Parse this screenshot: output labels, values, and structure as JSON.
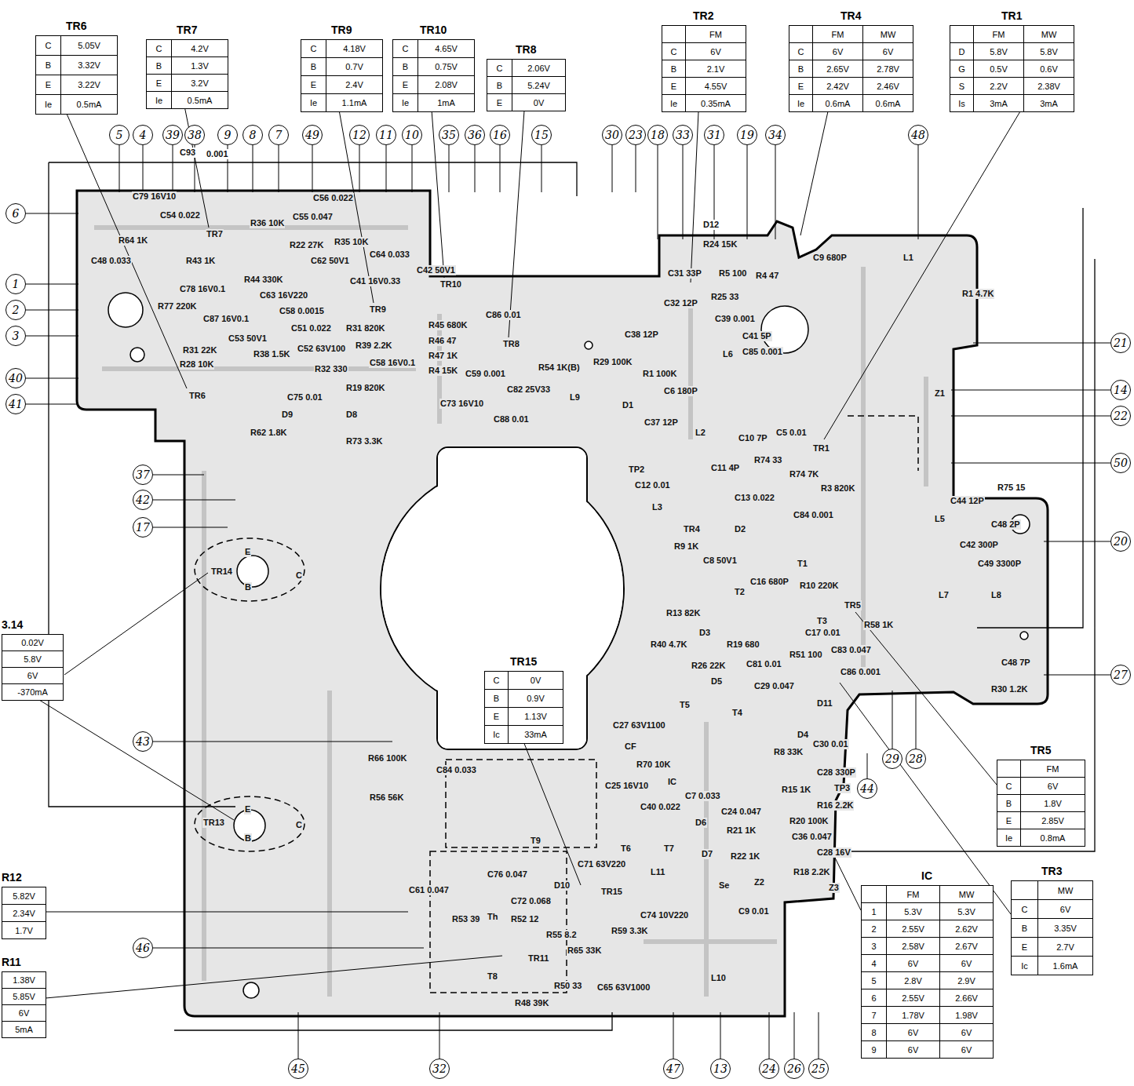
{
  "diagram": {
    "nodes": [
      {
        "text": [
          "TR6",
          "C",
          "5.05V",
          "B",
          "3.32V",
          "E",
          "3.22V",
          "Ie",
          "0.5mA"
        ]
      },
      {
        "text": [
          "TR7",
          "C",
          "4.2V",
          "B",
          "1.3V",
          "E",
          "3.2V",
          "Ie",
          "0.5mA"
        ]
      },
      {
        "text": [
          "TR9",
          "C",
          "4.18V",
          "B",
          "0.7V",
          "E",
          "2.4V",
          "Ie",
          "1.1mA"
        ]
      },
      {
        "text": [
          "TR10",
          "C",
          "4.65V",
          "B",
          "0.75V",
          "E",
          "2.08V",
          "Ie",
          "1mA"
        ]
      },
      {
        "text": [
          "TR8",
          "C",
          "2.06V",
          "B",
          "5.24V",
          "E",
          "0V"
        ]
      },
      {
        "text": [
          "TR2",
          "FM",
          "C",
          "6V",
          "B",
          "2.1V",
          "E",
          "4.55V",
          "Ie",
          "0.35mA"
        ]
      },
      {
        "text": [
          "TR4",
          "FM",
          "MW",
          "C",
          "6V",
          "6V",
          "B",
          "2.65V",
          "2.78V",
          "E",
          "2.42V",
          "2.46V",
          "Ie",
          "0.6mA",
          "0.6mA"
        ]
      },
      {
        "text": [
          "TR1",
          "FM",
          "MW",
          "D",
          "5.8V",
          "5.8V",
          "G",
          "0.5V",
          "0.6V",
          "S",
          "2.2V",
          "2.38V",
          "Is",
          "3mA",
          "3mA"
        ]
      },
      {
        "text": [
          "5"
        ]
      },
      {
        "text": [
          "4"
        ]
      },
      {
        "text": [
          "39"
        ]
      },
      {
        "text": [
          "38"
        ]
      },
      {
        "text": [
          "9"
        ]
      },
      {
        "text": [
          "8"
        ]
      },
      {
        "text": [
          "7"
        ]
      },
      {
        "text": [
          "49"
        ]
      },
      {
        "text": [
          "12"
        ]
      },
      {
        "text": [
          "11"
        ]
      },
      {
        "text": [
          "10"
        ]
      },
      {
        "text": [
          "35"
        ]
      },
      {
        "text": [
          "36"
        ]
      },
      {
        "text": [
          "16"
        ]
      },
      {
        "text": [
          "15"
        ]
      },
      {
        "text": [
          "30"
        ]
      },
      {
        "text": [
          "23"
        ]
      },
      {
        "text": [
          "18"
        ]
      },
      {
        "text": [
          "33"
        ]
      },
      {
        "text": [
          "31"
        ]
      },
      {
        "text": [
          "19"
        ]
      },
      {
        "text": [
          "34"
        ]
      },
      {
        "text": [
          "48"
        ]
      },
      {
        "text": [
          "6"
        ]
      },
      {
        "text": [
          "1"
        ]
      },
      {
        "text": [
          "2"
        ]
      },
      {
        "text": [
          "3"
        ]
      },
      {
        "text": [
          "40"
        ]
      },
      {
        "text": [
          "41"
        ]
      },
      {
        "text": [
          "21"
        ]
      },
      {
        "text": [
          "14"
        ]
      },
      {
        "text": [
          "22"
        ]
      },
      {
        "text": [
          "50"
        ]
      },
      {
        "text": [
          "20"
        ]
      },
      {
        "text": [
          "37"
        ]
      },
      {
        "text": [
          "42"
        ]
      },
      {
        "text": [
          "17"
        ]
      },
      {
        "text": [
          "27"
        ]
      },
      {
        "text": [
          "43"
        ]
      },
      {
        "text": [
          "29"
        ]
      },
      {
        "text": [
          "28"
        ]
      },
      {
        "text": [
          "44"
        ]
      },
      {
        "text": [
          "46"
        ]
      },
      {
        "text": [
          "45"
        ]
      },
      {
        "text": [
          "32"
        ]
      },
      {
        "text": [
          "47"
        ]
      },
      {
        "text": [
          "13"
        ]
      },
      {
        "text": [
          "24"
        ]
      },
      {
        "text": [
          "26"
        ]
      },
      {
        "text": [
          "25"
        ]
      },
      {
        "text": [
          "3.14",
          "0.02V",
          "5.8V",
          "6V",
          "-370mA"
        ]
      },
      {
        "text": [
          "TR15",
          "C",
          "0V",
          "B",
          "0.9V",
          "E",
          "1.13V",
          "Ic",
          "33mA"
        ]
      },
      {
        "text": [
          "TR5",
          "FM",
          "C",
          "6V",
          "B",
          "1.8V",
          "E",
          "2.85V",
          "Ie",
          "0.8mA"
        ]
      },
      {
        "text": [
          "R12",
          "5.82V",
          "2.34V",
          "1.7V"
        ]
      },
      {
        "text": [
          "R11",
          "1.38V",
          "5.85V",
          "6V",
          "5mA"
        ]
      },
      {
        "text": [
          "IC",
          "FM",
          "MW",
          "1",
          "5.3V",
          "5.3V",
          "2",
          "2.55V",
          "2.62V",
          "3",
          "2.58V",
          "2.67V",
          "4",
          "6V",
          "6V",
          "5",
          "2.8V",
          "2.9V",
          "6",
          "2.55V",
          "2.66V",
          "7",
          "1.78V",
          "1.98V",
          "8",
          "6V",
          "6V",
          "9",
          "6V",
          "6V"
        ]
      },
      {
        "text": [
          "TR3",
          "MW",
          "C",
          "6V",
          "B",
          "3.35V",
          "E",
          "2.7V",
          "Ic",
          "1.6mA"
        ]
      }
    ],
    "labels": [
      "C93",
      "0.001",
      "C79 16V10",
      "C54 0.022",
      "R64 1K",
      "R43 1K",
      "TR7",
      "R36 10K",
      "C56 0.022",
      "C55 0.047",
      "R35 10K",
      "C62 50V1",
      "C64 0.033",
      "C42 50V1",
      "C41 16V0.33",
      "R44 330K",
      "R22 27K",
      "C63 16V220",
      "C48 0.033",
      "C78 16V0.1",
      "R77 220K",
      "C87 16V0.1",
      "C53 50V1",
      "R31 22K",
      "R28 10K",
      "R38 1.5K",
      "TR6",
      "C58 0.0015",
      "C51 0.022",
      "C52 63V100",
      "R31 820K",
      "R39 2.2K",
      "R32 330",
      "R19 820K",
      "C75 0.01",
      "C58 16V0.1",
      "TR9",
      "TR10",
      "R45 680K",
      "R46 47",
      "R47 1K",
      "R4 15K",
      "C59 0.001",
      "D9",
      "D8",
      "R62 1.8K",
      "R73 3.3K",
      "C73 16V10",
      "C88 0.01",
      "C82 25V33",
      "C86 0.01",
      "TR8",
      "R54 1K(B)",
      "L9",
      "R29 100K",
      "D1",
      "C38 12P",
      "R1 100K",
      "C6 180P",
      "C37 12P",
      "D12",
      "R24 15K",
      "C31 33P",
      "R5 100",
      "R25 33",
      "C32 12P",
      "C39 0.001",
      "L6",
      "C41 5P",
      "R4 47",
      "C85 0.001",
      "TP2",
      "C12 0.01",
      "L3",
      "L2",
      "C10 7P",
      "C11 4P",
      "R74 33",
      "C13 0.022",
      "C5 0.01",
      "TR1",
      "R74 7K",
      "R3 820K",
      "TR4",
      "C9 680P",
      "L1",
      "R1 4.7K",
      "C44 12P",
      "R75 15",
      "L5",
      "C48 2P",
      "C42 300P",
      "C49 3300P",
      "L7",
      "L8",
      "C48 7P",
      "R30 1.2K",
      "R58 1K",
      "C84 0.001",
      "D2",
      "T1",
      "R9 1K",
      "C8 50V1",
      "T2",
      "C16 680P",
      "R10 220K",
      "T3",
      "TR5",
      "R13 82K",
      "R40 4.7K",
      "R19 680",
      "D3",
      "C81 0.01",
      "C17 0.01",
      "R51 100",
      "C83 0.047",
      "C86 0.001",
      "D5",
      "C29 0.047",
      "R26 22K",
      "D11",
      "T5",
      "T4",
      "CF",
      "C27 63V1100",
      "D4",
      "C30 0.01",
      "R8 33K",
      "C28 330P",
      "TP3",
      "R16 2.2K",
      "R15 1K",
      "R20 100K",
      "C36 0.047",
      "C28 16V",
      "R18 2.2K",
      "Z1",
      "Z2",
      "Z3",
      "C25 16V10",
      "R70 10K",
      "IC",
      "C40 0.022",
      "C7 0.033",
      "C24 0.047",
      "D6",
      "R21 1K",
      "T6",
      "T7",
      "D7",
      "R22 1K",
      "L11",
      "Se",
      "C9 0.01",
      "C74 10V220",
      "TR15",
      "L10",
      "R59 3.3K",
      "T9",
      "C84 0.033",
      "R66 100K",
      "R56 56K",
      "C76 0.047",
      "C71 63V220",
      "D10",
      "C72 0.068",
      "Th",
      "R53 39",
      "R52 12",
      "C61 0.047",
      "T8",
      "TR11",
      "R65 33K",
      "R55 8.2",
      "R48 39K",
      "R50 33",
      "C65 63V1000",
      "TR14",
      "TR13",
      "E",
      "B",
      "C",
      "E",
      "B",
      "C"
    ]
  }
}
